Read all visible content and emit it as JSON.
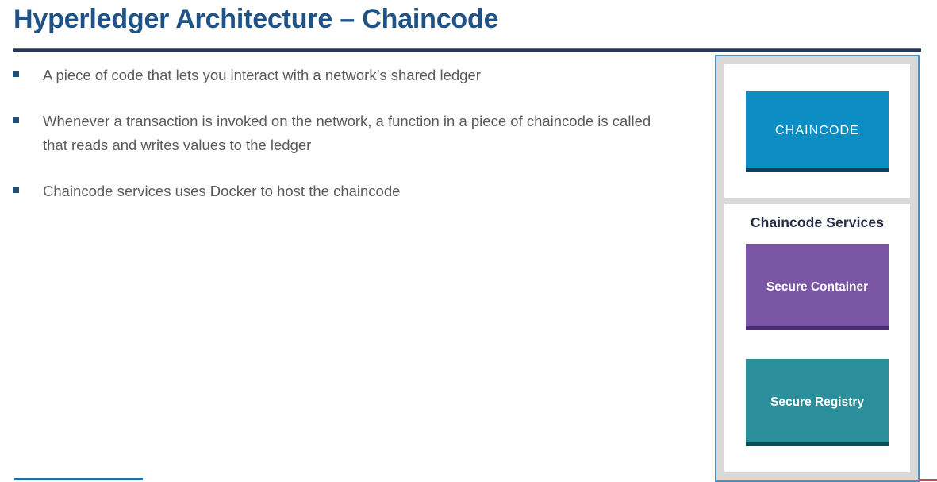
{
  "slide": {
    "title": "Hyperledger Architecture – Chaincode",
    "bullets": [
      "A piece of code that lets you interact with a network’s shared ledger",
      "Whenever a transaction is invoked on the network, a function in a piece of chaincode is called that reads and writes values to the ledger",
      "Chaincode services uses Docker to host the chaincode"
    ]
  },
  "diagram": {
    "chaincode_block": {
      "label": "CHAINCODE",
      "color": "#0C8DC4"
    },
    "services_panel": {
      "heading": "Chaincode Services",
      "blocks": [
        {
          "label": "Secure Container",
          "color": "#7A56A5"
        },
        {
          "label": "Secure Registry",
          "color": "#2B8F9B"
        }
      ]
    },
    "frame_border_color": "#4D8FBF",
    "frame_fill_color": "#D9D9D9"
  },
  "theme": {
    "title_color": "#1F5387",
    "title_rule_color": "#1F3864",
    "body_text_color": "#5A5A5A",
    "bullet_marker_color": "#1F4E79",
    "footer_rule_color": "#1F6FA8",
    "corner_mark_color": "#C0504D"
  }
}
